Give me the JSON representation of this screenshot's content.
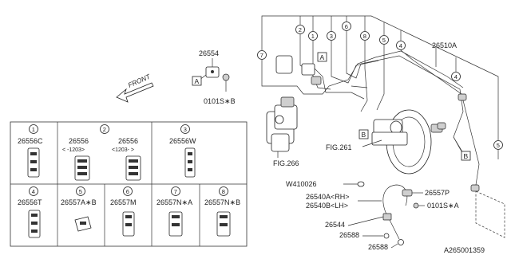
{
  "diagram": {
    "id_code": "A265001359",
    "front_label": "FRONT",
    "fig_refs": [
      "FIG.266",
      "FIG.261"
    ],
    "box_letters": [
      "A",
      "A",
      "B",
      "B"
    ],
    "callouts": [
      "1",
      "2",
      "3",
      "4",
      "5",
      "6",
      "7",
      "8",
      "4",
      "5"
    ],
    "part_labels": {
      "p26554": "26554",
      "p0101s_b": "0101S∗B",
      "p26510a": "26510A",
      "w410026": "W410026",
      "p26540a": "26540A<RH>",
      "p26540b": "26540B<LH>",
      "p26557p": "26557P",
      "p0101s_a": "0101S∗A",
      "p26544": "26544",
      "p26588_1": "26588",
      "p26588_2": "26588"
    }
  },
  "clip_table": {
    "cells": [
      {
        "num": "1",
        "part": "26556C",
        "note": ""
      },
      {
        "num": "2",
        "part": "26556",
        "note": "< -1203>"
      },
      {
        "num": "",
        "part": "26556",
        "note": "<1203- >"
      },
      {
        "num": "3",
        "part": "26556W",
        "note": ""
      },
      {
        "num": "4",
        "part": "26556T",
        "note": ""
      },
      {
        "num": "5",
        "part": "26557A∗B",
        "note": ""
      },
      {
        "num": "6",
        "part": "26557M",
        "note": ""
      },
      {
        "num": "7",
        "part": "26557N∗A",
        "note": ""
      },
      {
        "num": "8",
        "part": "26557N∗B",
        "note": ""
      }
    ]
  }
}
